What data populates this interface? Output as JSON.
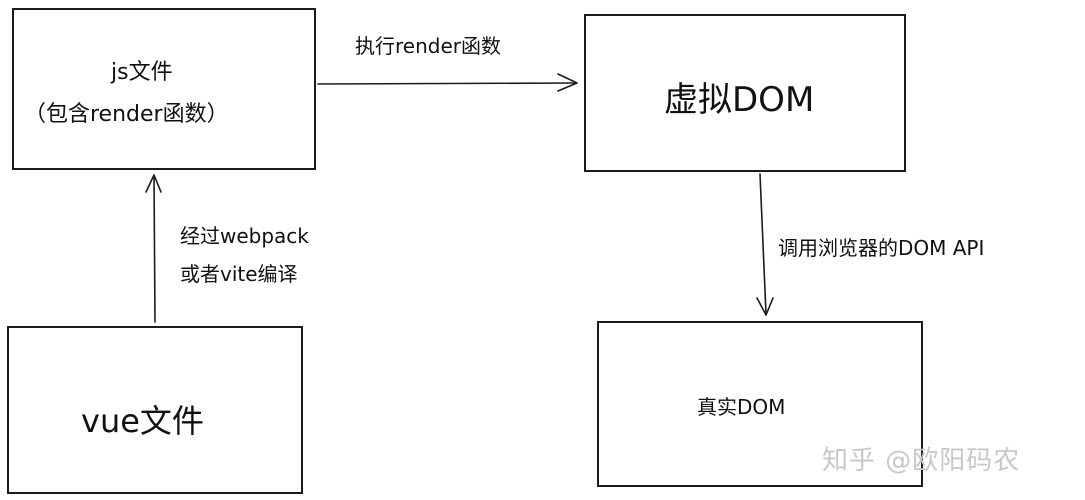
{
  "nodes": {
    "js_file": {
      "line1": "js文件",
      "line2": "（包含render函数）"
    },
    "virtual_dom": {
      "label": "虚拟DOM"
    },
    "vue_file": {
      "label": "vue文件"
    },
    "real_dom": {
      "label": "真实DOM"
    }
  },
  "edges": {
    "render": {
      "label": "执行render函数"
    },
    "compile": {
      "line1": "经过webpack",
      "line2": "或者vite编译"
    },
    "browser_api": {
      "label": "调用浏览器的DOM API"
    }
  },
  "watermark": {
    "text": "知乎 @欧阳码农"
  }
}
